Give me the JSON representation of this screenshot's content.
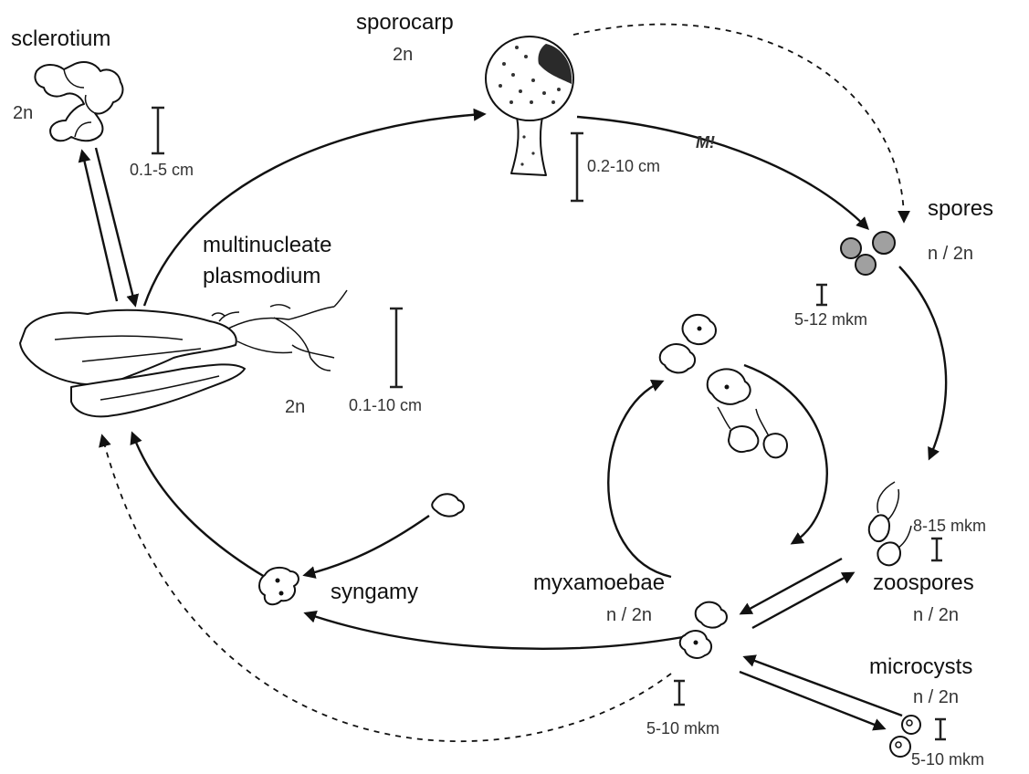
{
  "stages": {
    "sclerotium": {
      "label": "sclerotium",
      "ploidy": "2n",
      "scale": "0.1-5 cm"
    },
    "sporocarp": {
      "label": "sporocarp",
      "ploidy": "2n",
      "scale": "0.2-10 cm",
      "meiosis_mark": "M!"
    },
    "spores": {
      "label": "spores",
      "ploidy": "n / 2n",
      "scale": "5-12 mkm"
    },
    "plasmodium": {
      "label_line1": "multinucleate",
      "label_line2": "plasmodium",
      "ploidy": "2n",
      "scale": "0.1-10 cm"
    },
    "zoospores": {
      "label": "zoospores",
      "ploidy": "n / 2n",
      "scale": "8-15 mkm"
    },
    "myxamoebae": {
      "label": "myxamoebae",
      "ploidy": "n / 2n",
      "scale": "5-10 mkm"
    },
    "syngamy": {
      "label": "syngamy"
    },
    "microcysts": {
      "label": "microcysts",
      "ploidy": "n / 2n",
      "scale": "5-10 mkm"
    }
  },
  "colors": {
    "ink": "#111111",
    "spore_fill": "#a0a0a0",
    "cap_fill": "#2a2a2a"
  }
}
